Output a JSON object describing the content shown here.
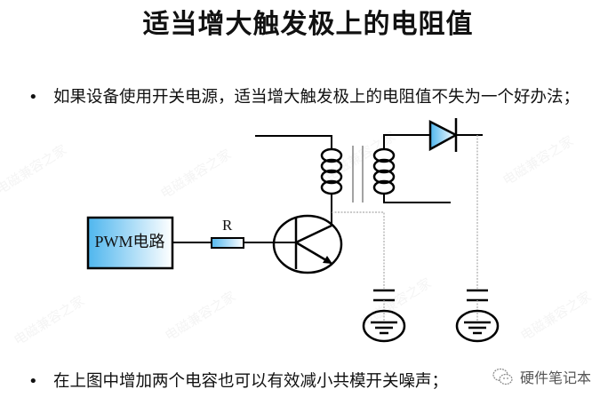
{
  "title": "适当增大触发极上的电阻值",
  "bullets": [
    "如果设备使用开关电源，适当增大触发极上的电阻值不失为一个好办法；",
    "在上图中增加两个电容也可以有效减小共模开关噪声；"
  ],
  "bullet_symbol": "•",
  "diagram": {
    "pwm_label": "PWM电路",
    "resistor_label": "R",
    "components": [
      "pwm-block",
      "resistor",
      "npn-transistor",
      "transformer-primary-coil",
      "transformer-core",
      "transformer-secondary-coil",
      "diode",
      "capacitor-left",
      "capacitor-right",
      "ground-left",
      "ground-right"
    ],
    "colors": {
      "fill_gradient_start": "#4fb6ee",
      "fill_gradient_end": "#ffffff",
      "wire": "#000000",
      "dotted_wire": "#aaaaaa"
    }
  },
  "watermark": "电磁兼容之家",
  "brand": {
    "icon": "wechat-icon",
    "text": "硬件笔记本"
  }
}
